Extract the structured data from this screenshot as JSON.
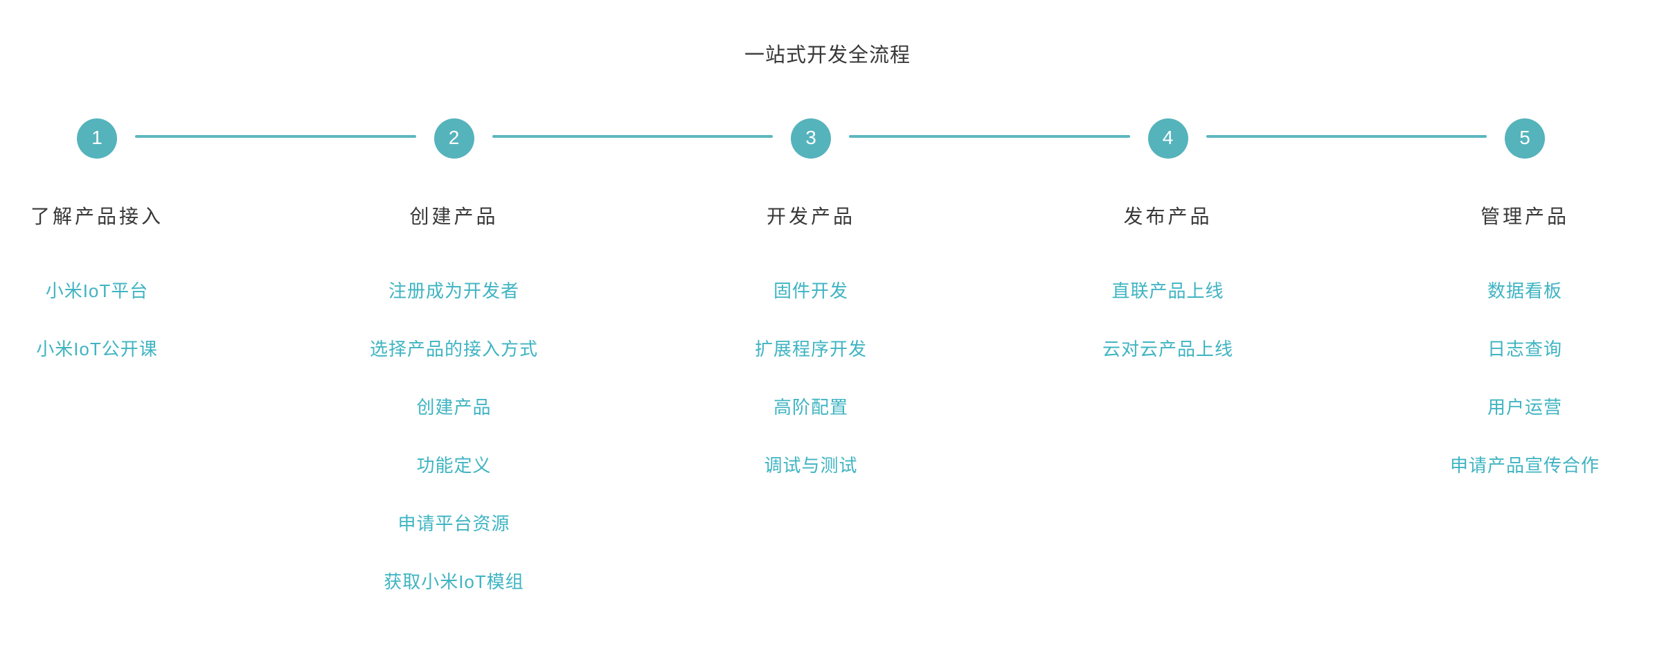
{
  "page": {
    "title": "一站式开发全流程"
  },
  "colors": {
    "circle": "#55b3bc",
    "line": "#5cb7be",
    "link": "#3fb4c2",
    "heading": "#383838",
    "background": "#ffffff"
  },
  "steps": [
    {
      "number": "1",
      "title": "了解产品接入",
      "links": [
        "小米IoT平台",
        "小米IoT公开课"
      ]
    },
    {
      "number": "2",
      "title": "创建产品",
      "links": [
        "注册成为开发者",
        "选择产品的接入方式",
        "创建产品",
        "功能定义",
        "申请平台资源",
        "获取小米IoT模组"
      ]
    },
    {
      "number": "3",
      "title": "开发产品",
      "links": [
        "固件开发",
        "扩展程序开发",
        "高阶配置",
        "调试与测试"
      ]
    },
    {
      "number": "4",
      "title": "发布产品",
      "links": [
        "直联产品上线",
        "云对云产品上线"
      ]
    },
    {
      "number": "5",
      "title": "管理产品",
      "links": [
        "数据看板",
        "日志查询",
        "用户运营",
        "申请产品宣传合作"
      ]
    }
  ]
}
